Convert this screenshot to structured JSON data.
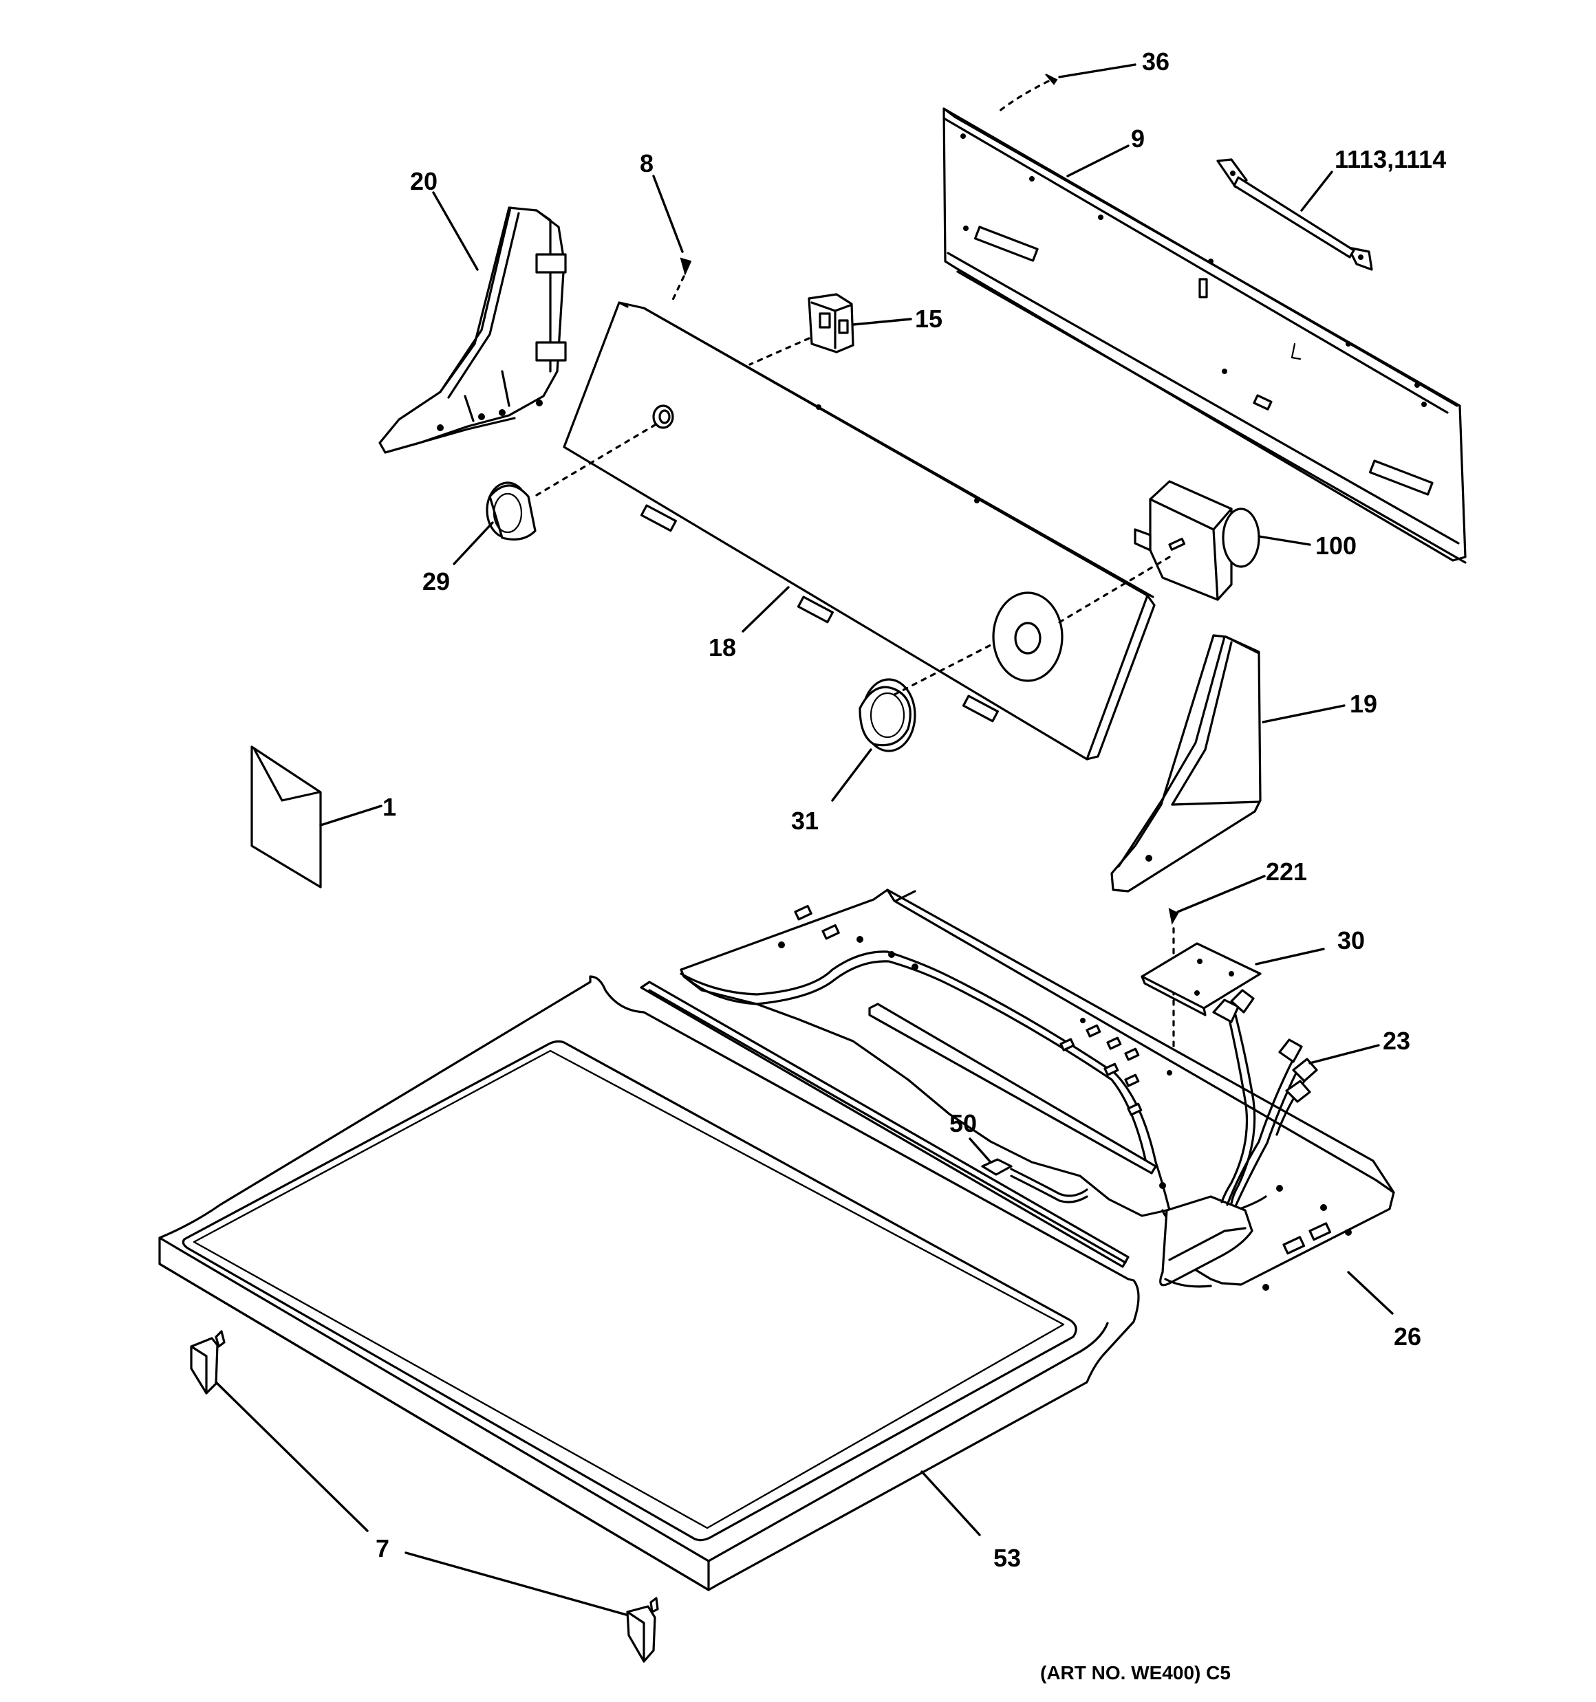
{
  "callouts": {
    "c36": "36",
    "c9": "9",
    "c1113": "1113,1114",
    "c20": "20",
    "c8": "8",
    "c15": "15",
    "c100": "100",
    "c29": "29",
    "c18": "18",
    "c19": "19",
    "c31": "31",
    "c1": "1",
    "c221": "221",
    "c30": "30",
    "c23": "23",
    "c50": "50",
    "c26": "26",
    "c7": "7",
    "c53": "53"
  },
  "art_number": "(ART NO. WE400) C5"
}
